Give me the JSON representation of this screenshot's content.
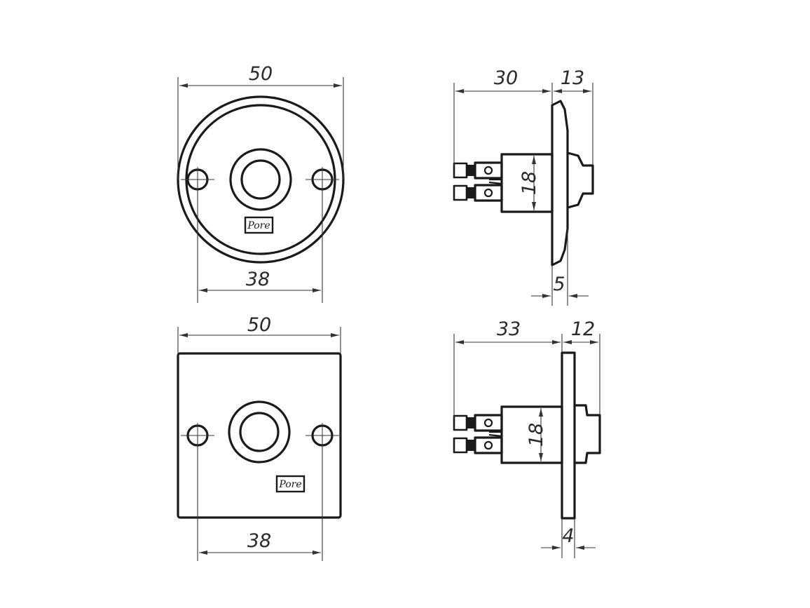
{
  "dimensions": {
    "round_front_width": "50",
    "round_front_hole_spacing": "38",
    "round_side_body_length": "30",
    "round_side_button_length": "13",
    "round_side_body_diameter": "18",
    "round_side_plate_thickness": "5",
    "square_front_width": "50",
    "square_front_hole_spacing": "38",
    "square_side_body_length": "33",
    "square_side_button_length": "12",
    "square_side_body_diameter": "18",
    "square_side_plate_thickness": "4"
  },
  "logo": {
    "text": "Pore"
  },
  "colors": {
    "line": "#1a1a1a",
    "dimension": "#333333",
    "background": "#ffffff"
  }
}
